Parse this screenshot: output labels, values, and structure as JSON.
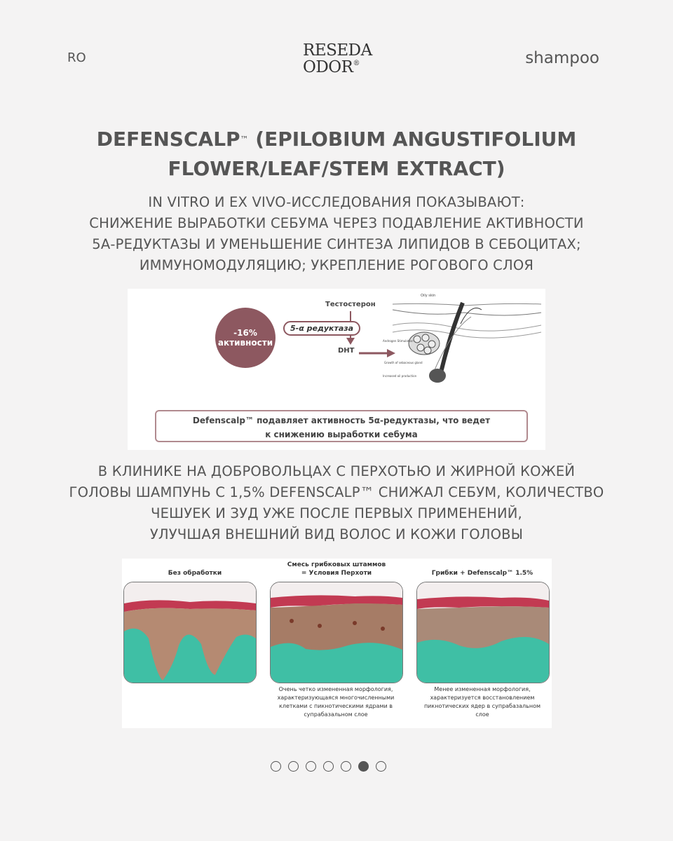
{
  "header": {
    "lang": "RO",
    "logo_line1": "RESEDA",
    "logo_line2": "ODOR",
    "logo_mark": "®",
    "category": "shampoo"
  },
  "title": {
    "line1_a": "DEFENSCALP",
    "tm": "™",
    "line1_b": " (EPILOBIUM ANGUSTIFOLIUM",
    "line2": "FLOWER/LEAF/STEM EXTRACT)"
  },
  "para1": [
    "IN VITRO И EX VIVO-ИССЛЕДОВАНИЯ ПОКАЗЫВАЮТ:",
    "СНИЖЕНИЕ ВЫРАБОТКИ СЕБУМА ЧЕРЕЗ ПОДАВЛЕНИЕ АКТИВНОСТИ",
    "5А-РЕДУКТАЗЫ И УМЕНЬШЕНИЕ СИНТЕЗА ЛИПИДОВ В СЕБОЦИТАХ;",
    "ИММУНОМОДУЛЯЦИЮ; УКРЕПЛЕНИЕ РОГОВОГО СЛОЯ"
  ],
  "figure1": {
    "circle_line1": "-16%",
    "circle_line2": "активности",
    "enzyme": "5-α редуктаза",
    "testosterone": "Тестостерон",
    "dht": "DHT",
    "diagram_labels": {
      "oily_skin": "Oily skin",
      "androgen": "Androgen Stimulation",
      "growth": "Growth of sebaceous gland",
      "increased": "Increased oil production"
    },
    "caption_line1": "Defenscalp™  подавляет активность 5α-редуктазы, что ведет",
    "caption_line2": "к снижению выработки себума"
  },
  "para2": [
    "В КЛИНИКЕ НА ДОБРОВОЛЬЦАХ С ПЕРХОТЬЮ И ЖИРНОЙ КОЖЕЙ",
    "ГОЛОВЫ ШАМПУНЬ С 1,5% DEFENSCALP™ СНИЖАЛ СЕБУМ, КОЛИЧЕСТВО",
    "ЧЕШУЕК И ЗУД УЖЕ ПОСЛЕ ПЕРВЫХ ПРИМЕНЕНИЙ,",
    "УЛУЧШАЯ ВНЕШНИЙ ВИД ВОЛОС И КОЖИ ГОЛОВЫ"
  ],
  "figure2": {
    "panel1_title": "Без обработки",
    "panel2_title_line1": "Смесь грибковых штаммов",
    "panel2_title_line2": "= Условия Перхоти",
    "panel3_title": "Грибки + Defenscalp™ 1.5%",
    "panel2_caption": [
      "Очень четко измененная морфология,",
      "характеризующаяся многочисленными",
      "клетками с пикнотическими ядрами в",
      "супрабазальном слое"
    ],
    "panel3_caption": [
      "Менее измененная морфология,",
      "характеризуется восстановлением",
      "пикнотических ядер в супрабазальном",
      "слое"
    ]
  },
  "pagination": {
    "total": 7,
    "active_index": 5
  }
}
